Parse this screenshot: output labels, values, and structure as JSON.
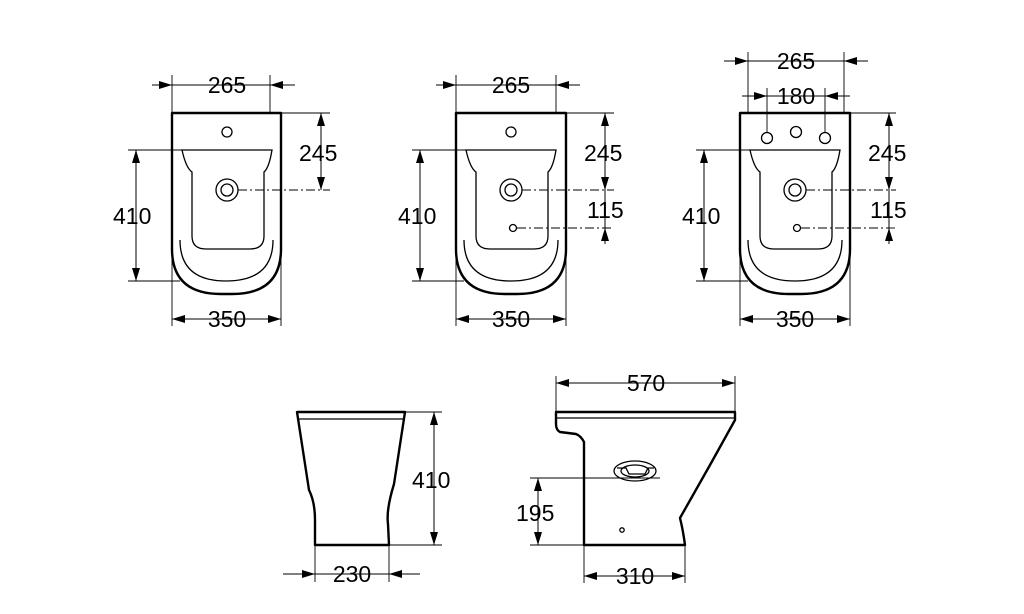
{
  "views": {
    "front_1": {
      "width_top": "265",
      "height_deep": "245",
      "height_total": "410",
      "width_base": "350"
    },
    "front_2": {
      "width_top": "265",
      "height_deep": "245",
      "height_lower": "115",
      "height_total": "410",
      "width_base": "350"
    },
    "front_3": {
      "width_top": "265",
      "tap_spacing": "180",
      "height_deep": "245",
      "height_lower": "115",
      "height_total": "410",
      "width_base": "350"
    },
    "back": {
      "height": "410",
      "width": "230"
    },
    "side": {
      "length": "570",
      "outlet_height": "195",
      "base_length": "310"
    }
  }
}
